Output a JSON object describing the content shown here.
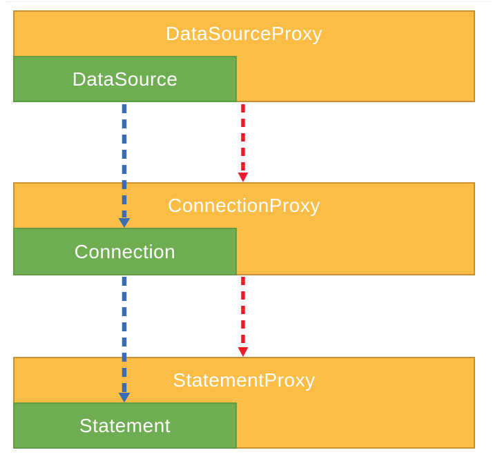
{
  "diagram": {
    "layers": [
      {
        "proxy_label": "DataSourceProxy",
        "inner_label": "DataSource"
      },
      {
        "proxy_label": "ConnectionProxy",
        "inner_label": "Connection"
      },
      {
        "proxy_label": "StatementProxy",
        "inner_label": "Statement"
      }
    ],
    "arrows": [
      {
        "name": "blue-arrow-datasource-to-connection",
        "color": "#3A6DB5",
        "style": "dashed"
      },
      {
        "name": "red-arrow-datasourceproxy-to-connectionproxy",
        "color": "#EC1C2B",
        "style": "dashed"
      },
      {
        "name": "blue-arrow-connection-to-statement",
        "color": "#3A6DB5",
        "style": "dashed"
      },
      {
        "name": "red-arrow-connectionproxy-to-statementproxy",
        "color": "#EC1C2B",
        "style": "dashed"
      }
    ],
    "colors": {
      "proxy_fill": "#FBBD45",
      "proxy_border": "#C9902F",
      "inner_fill": "#6FAD52",
      "inner_border": "#5F9C43",
      "arrow_blue": "#3A6DB5",
      "arrow_red": "#EC1C2B",
      "label_text": "#FFFFFF"
    }
  }
}
